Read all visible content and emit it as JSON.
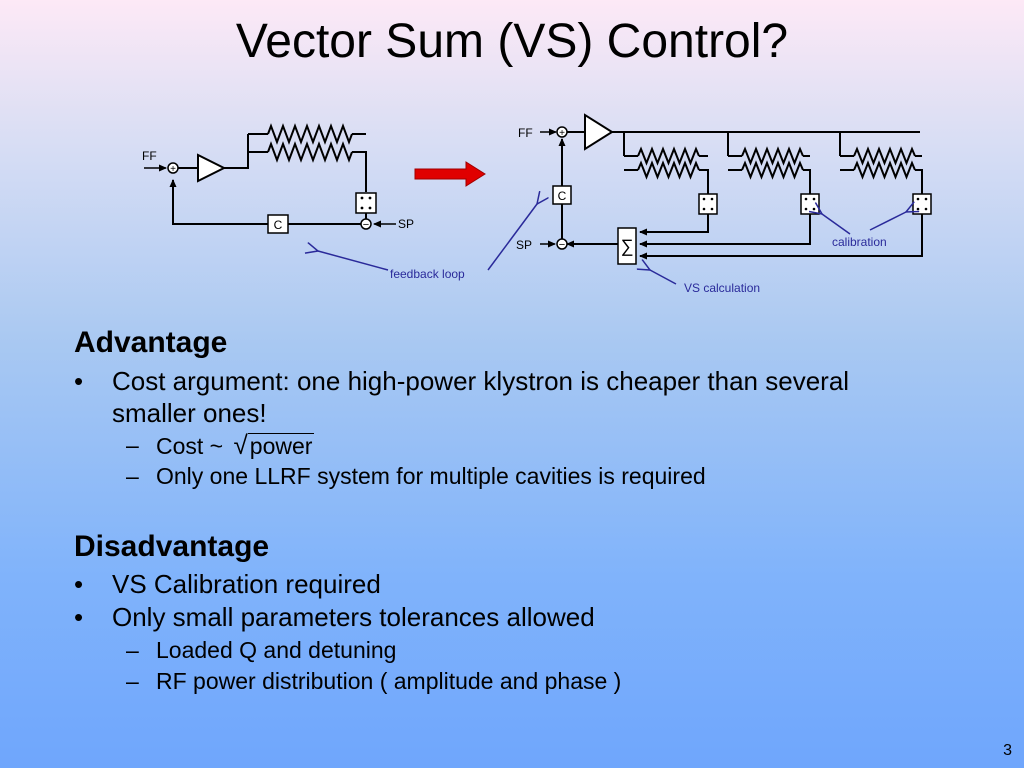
{
  "slide": {
    "title": "Vector Sum (VS) Control?",
    "page_number": "3"
  },
  "diagram": {
    "left_ff": "FF",
    "left_sp": "SP",
    "left_c": "C",
    "feedback_loop": "feedback loop",
    "right_ff": "FF",
    "right_sp": "SP",
    "right_c": "C",
    "calibration": "calibration",
    "vs_calculation": "VS calculation",
    "sum_symbol": "∑",
    "plus_sign": "+",
    "minus_sign": "−",
    "arrow_color": "#e00000",
    "annotation_color": "#2a2a9a"
  },
  "advantage": {
    "heading": "Advantage",
    "bullet_symbol": "•",
    "dash_symbol": "–",
    "bullet1_line1": "Cost argument: one high-power klystron is cheaper than several",
    "bullet1_line2": "smaller ones!",
    "sub1_prefix": "Cost ~",
    "sub1_radical": "√",
    "sub1_radicand": "power",
    "sub2": "Only one LLRF system for multiple cavities is required"
  },
  "disadvantage": {
    "heading": "Disadvantage",
    "bullet1": "VS Calibration required",
    "bullet2": "Only small parameters tolerances allowed",
    "sub1": "Loaded Q and detuning",
    "sub2": "RF power distribution ( amplitude and phase )"
  }
}
